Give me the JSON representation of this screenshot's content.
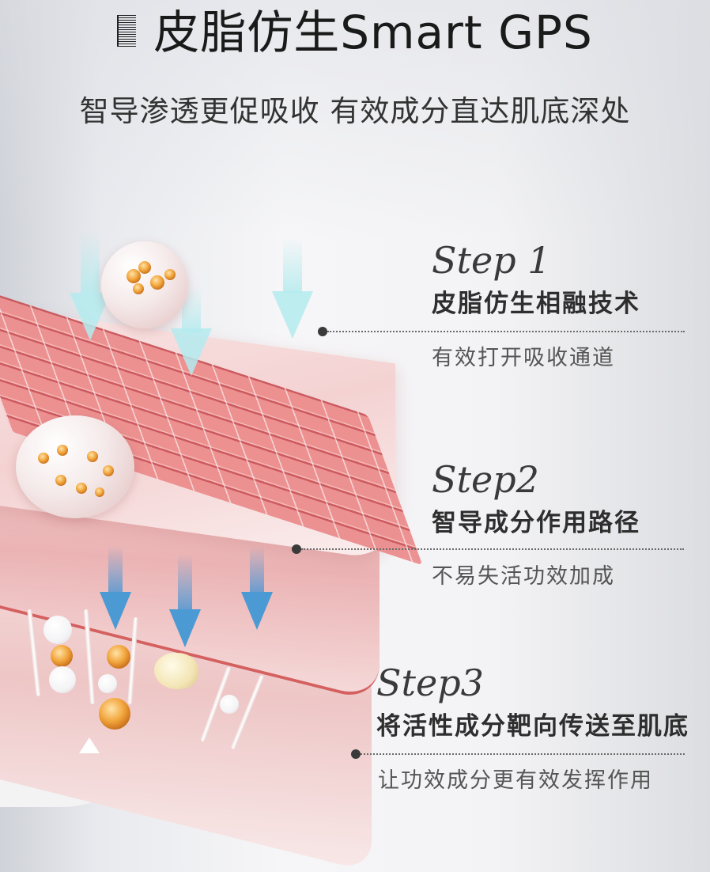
{
  "header": {
    "title": "皮脂仿生Smart GPS",
    "subtitle": "智导渗透更促吸收 有效成分直达肌底深处"
  },
  "illustration": {
    "description": "skin layer cross-section with molecules and downward absorption arrows",
    "colors": {
      "skin": "#ec9a98",
      "arrow_cyan": "#b4ebee",
      "arrow_blue": "#4b9ad4",
      "molecule": "#f1a43a"
    }
  },
  "steps": [
    {
      "label": "Step 1",
      "title": "皮脂仿生相融技术",
      "description": "有效打开吸收通道"
    },
    {
      "label": "Step2",
      "title": "智导成分作用路径",
      "description": "不易失活功效加成"
    },
    {
      "label": "Step3",
      "title": "将活性成分靶向传送至肌底",
      "description": "让功效成分更有效发挥作用"
    }
  ],
  "colors": {
    "text_dark": "#2e2e2e",
    "text_body": "#555555",
    "connector": "#3a3a3a"
  }
}
